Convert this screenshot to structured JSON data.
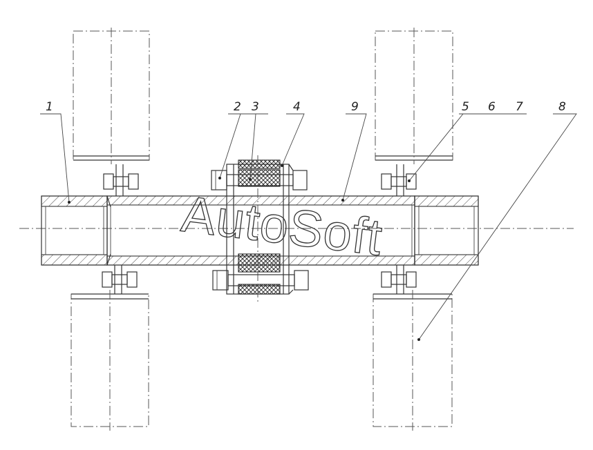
{
  "callouts": [
    "1",
    "2",
    "3",
    "4",
    "9",
    "5",
    "6",
    "7",
    "8"
  ],
  "watermark": "AutoSoft"
}
